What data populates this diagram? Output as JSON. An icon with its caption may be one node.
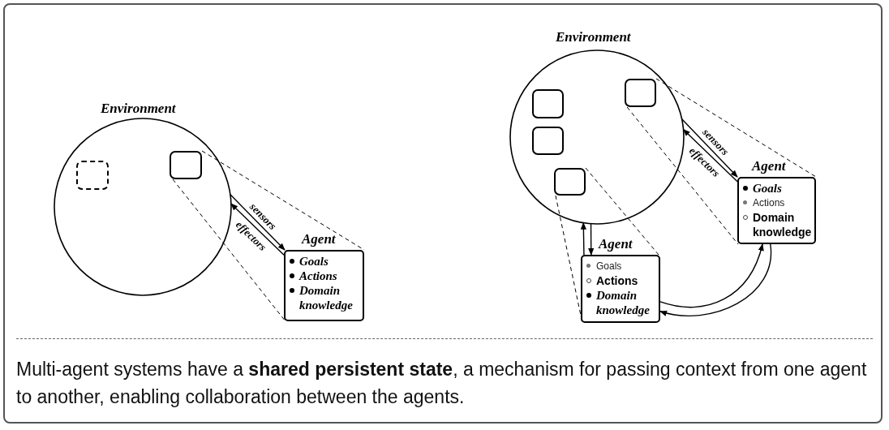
{
  "diagram": {
    "caption": "Multi-agent systems have a **shared persistent state**, a mechanism for passing context from one agent to another, enabling collaboration between the agents.",
    "nodes": [
      {
        "text": [
          "Environment"
        ]
      },
      {
        "text": [],
        "shape": "box",
        "in": 0
      },
      {
        "text": [],
        "shape": "box",
        "in": 0
      },
      {
        "text": [
          "Agent",
          "Goals",
          "Actions",
          "Domain knowledge"
        ]
      },
      {
        "text": [
          "Environment"
        ]
      },
      {
        "text": [],
        "shape": "box",
        "in": 4
      },
      {
        "text": [],
        "shape": "box",
        "in": 4
      },
      {
        "text": [],
        "shape": "box",
        "in": 4
      },
      {
        "text": [],
        "shape": "box",
        "in": 4
      },
      {
        "text": [
          "Agent",
          "Goals",
          "Actions",
          "Domain knowledge"
        ]
      },
      {
        "text": [
          "Agent",
          "Goals",
          "Actions",
          "Domain knowledge"
        ]
      }
    ],
    "edges": [
      {
        "from": 0,
        "to": 3,
        "arrow": "to",
        "label": "sensors"
      },
      {
        "from": 3,
        "to": 0,
        "arrow": "to",
        "label": "effectors"
      },
      {
        "from": 2,
        "to": 3,
        "arrow": "none",
        "style": "dashed"
      },
      {
        "from": 2,
        "to": 3,
        "arrow": "none",
        "style": "dashed"
      },
      {
        "from": 4,
        "to": 9,
        "arrow": "to",
        "label": "sensors"
      },
      {
        "from": 9,
        "to": 4,
        "arrow": "to",
        "label": "effectors"
      },
      {
        "from": 5,
        "to": 9,
        "arrow": "none",
        "style": "dashed"
      },
      {
        "from": 5,
        "to": 9,
        "arrow": "none",
        "style": "dashed"
      },
      {
        "from": 4,
        "to": 10,
        "arrow": "to"
      },
      {
        "from": 10,
        "to": 4,
        "arrow": "to"
      },
      {
        "from": 8,
        "to": 10,
        "arrow": "none",
        "style": "dashed"
      },
      {
        "from": 8,
        "to": 10,
        "arrow": "none",
        "style": "dashed"
      },
      {
        "from": 10,
        "to": 9,
        "arrow": "to"
      },
      {
        "from": 9,
        "to": 10,
        "arrow": "to"
      }
    ]
  }
}
